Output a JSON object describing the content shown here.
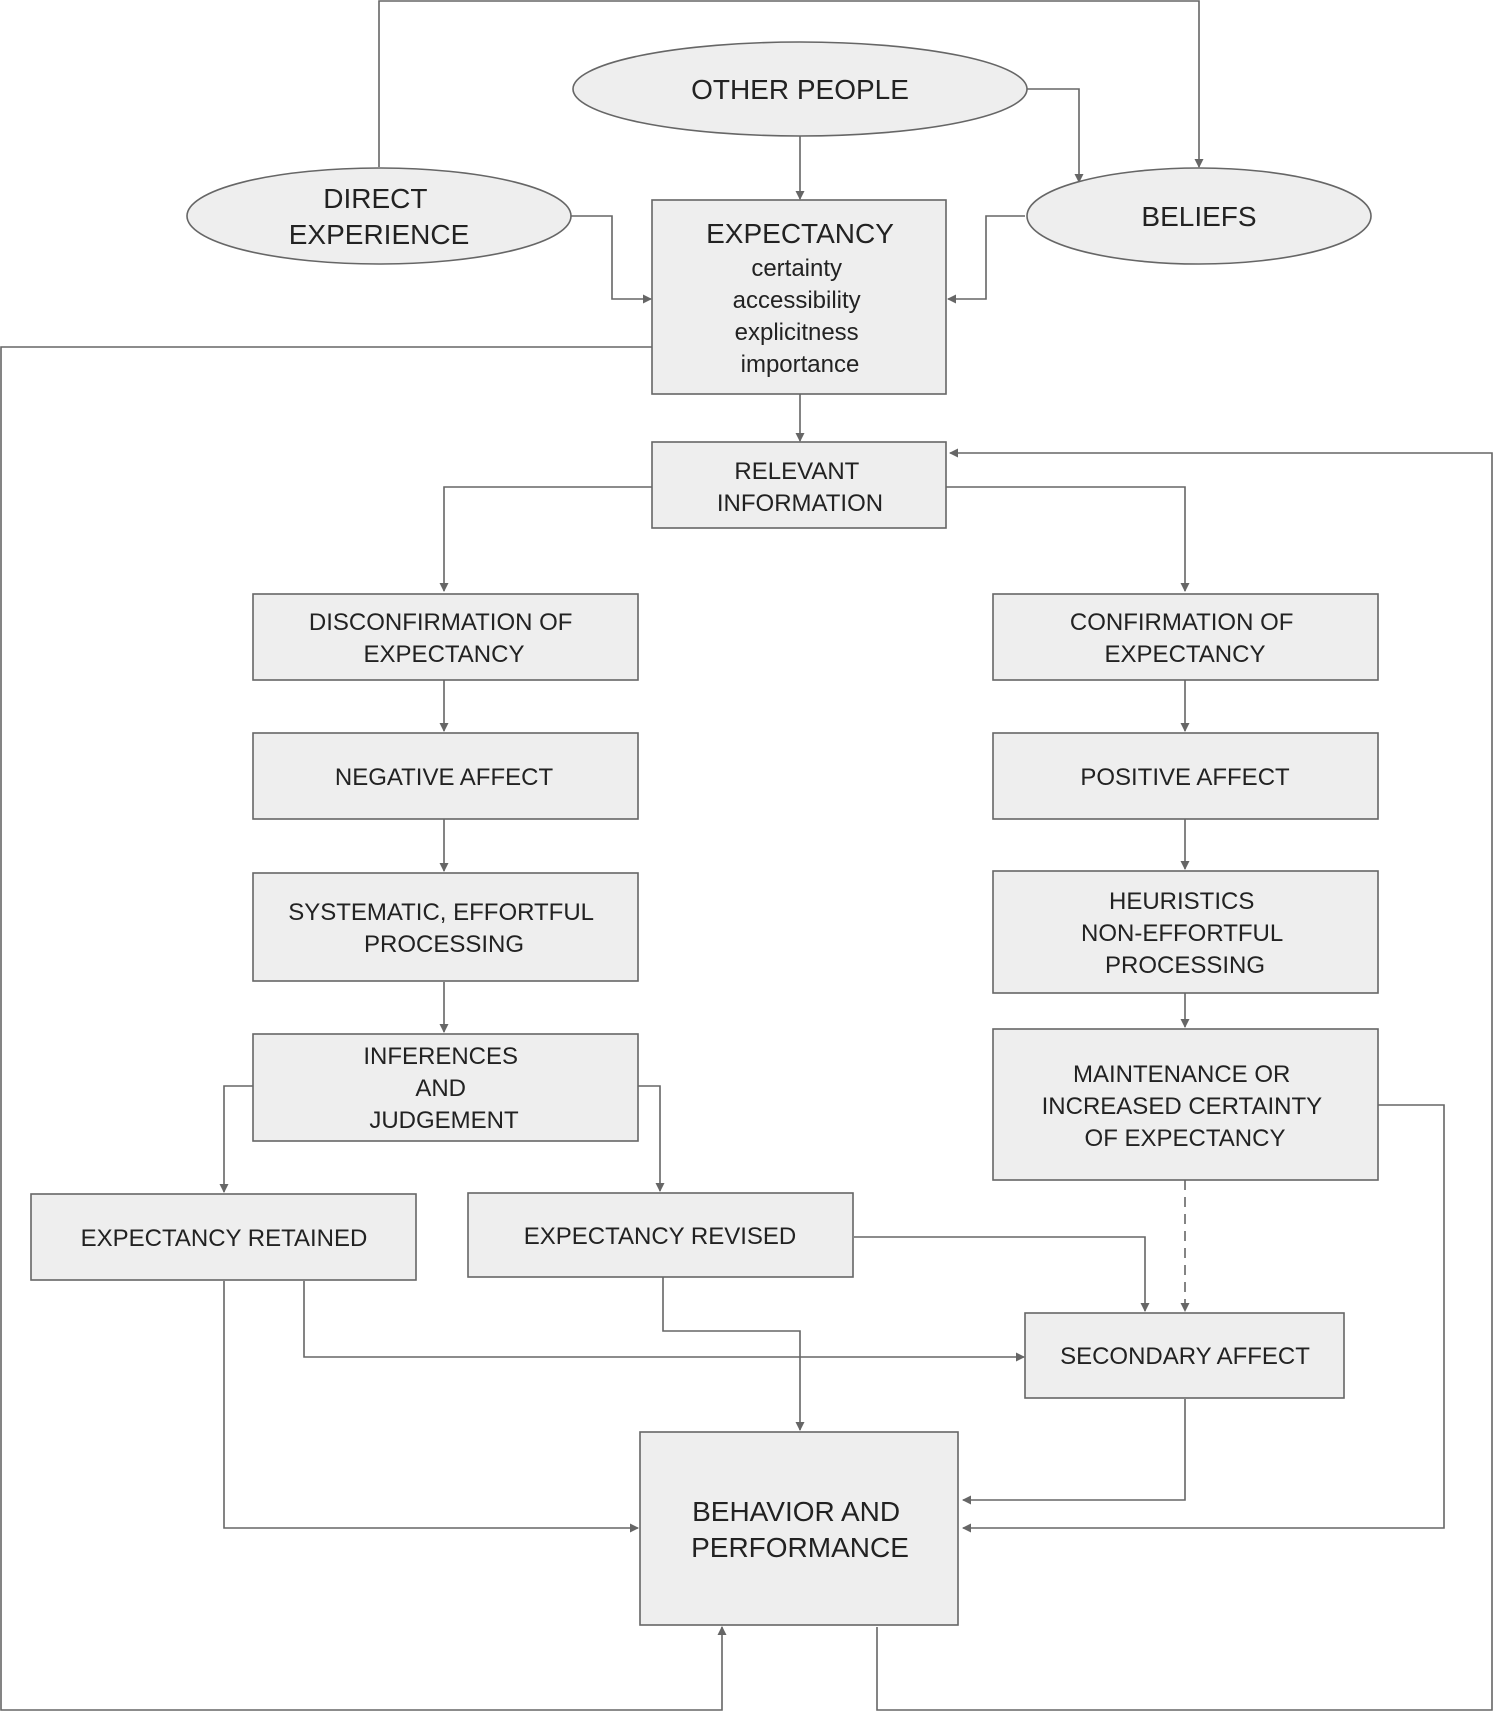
{
  "nodes": {
    "other_people": [
      "OTHER PEOPLE"
    ],
    "direct_experience": [
      "DIRECT",
      "EXPERIENCE"
    ],
    "beliefs": [
      "BELIEFS"
    ],
    "expectancy": {
      "title": "EXPECTANCY",
      "attributes": [
        "certainty",
        "accessibility",
        "explicitness",
        "importance"
      ]
    },
    "relevant_information": [
      "RELEVANT",
      "INFORMATION"
    ],
    "disconfirmation": [
      "DISCONFIRMATION OF",
      "EXPECTANCY"
    ],
    "confirmation": [
      "CONFIRMATION OF",
      "EXPECTANCY"
    ],
    "negative_affect": [
      "NEGATIVE AFFECT"
    ],
    "positive_affect": [
      "POSITIVE AFFECT"
    ],
    "systematic_processing": [
      "SYSTEMATIC, EFFORTFUL",
      "PROCESSING"
    ],
    "heuristics": [
      "HEURISTICS",
      "NON-EFFORTFUL",
      "PROCESSING"
    ],
    "inferences": [
      "INFERENCES",
      "AND",
      "JUDGEMENT"
    ],
    "maintenance": [
      "MAINTENANCE OR",
      "INCREASED CERTAINTY",
      "OF EXPECTANCY"
    ],
    "expectancy_retained": [
      "EXPECTANCY RETAINED"
    ],
    "expectancy_revised": [
      "EXPECTANCY REVISED"
    ],
    "secondary_affect": [
      "SECONDARY AFFECT"
    ],
    "behavior": [
      "BEHAVIOR AND",
      "PERFORMANCE"
    ]
  },
  "edges": [
    {
      "from": "other_people",
      "to": "expectancy"
    },
    {
      "from": "other_people",
      "to": "beliefs"
    },
    {
      "from": "direct_experience",
      "to": "beliefs"
    },
    {
      "from": "direct_experience",
      "to": "expectancy"
    },
    {
      "from": "beliefs",
      "to": "expectancy"
    },
    {
      "from": "expectancy",
      "to": "relevant_information"
    },
    {
      "from": "expectancy",
      "to": "behavior"
    },
    {
      "from": "behavior",
      "to": "relevant_information"
    },
    {
      "from": "relevant_information",
      "to": "disconfirmation"
    },
    {
      "from": "relevant_information",
      "to": "confirmation"
    },
    {
      "from": "disconfirmation",
      "to": "negative_affect"
    },
    {
      "from": "negative_affect",
      "to": "systematic_processing"
    },
    {
      "from": "systematic_processing",
      "to": "inferences"
    },
    {
      "from": "inferences",
      "to": "expectancy_retained"
    },
    {
      "from": "inferences",
      "to": "expectancy_revised"
    },
    {
      "from": "confirmation",
      "to": "positive_affect"
    },
    {
      "from": "positive_affect",
      "to": "heuristics"
    },
    {
      "from": "heuristics",
      "to": "maintenance"
    },
    {
      "from": "maintenance",
      "to": "secondary_affect",
      "style": "dashed"
    },
    {
      "from": "maintenance",
      "to": "behavior"
    },
    {
      "from": "expectancy_revised",
      "to": "secondary_affect"
    },
    {
      "from": "expectancy_revised",
      "to": "behavior"
    },
    {
      "from": "expectancy_retained",
      "to": "secondary_affect"
    },
    {
      "from": "expectancy_retained",
      "to": "behavior"
    },
    {
      "from": "secondary_affect",
      "to": "behavior"
    }
  ]
}
